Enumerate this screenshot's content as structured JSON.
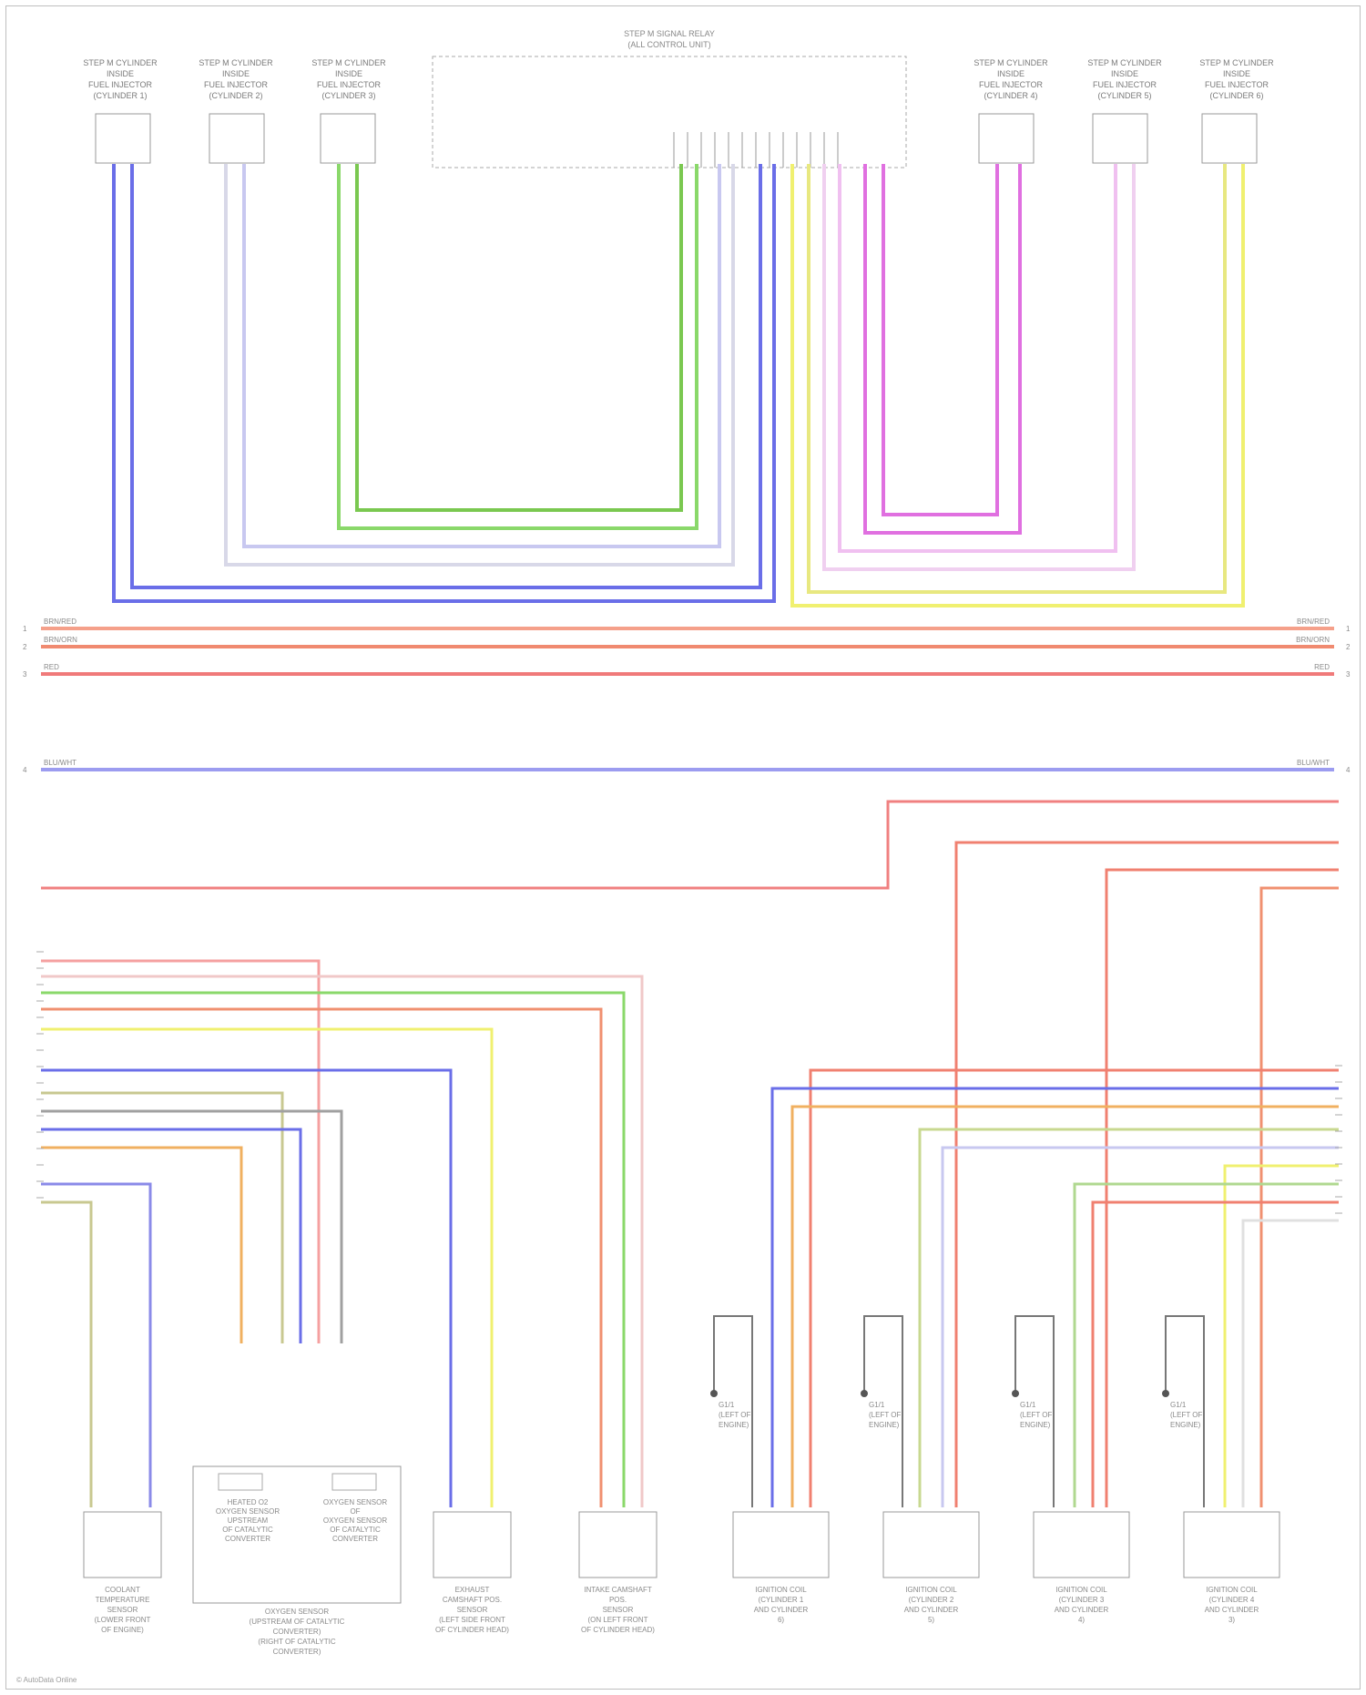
{
  "top": {
    "control_unit": {
      "title_line1": "STEP M SIGNAL RELAY",
      "title_line2": "(ALL CONTROL UNIT)"
    },
    "injectors_left": [
      {
        "line1": "STEP M CYLINDER",
        "line2": "INSIDE",
        "line3": "FUEL INJECTOR",
        "line4": "(CYLINDER 1)"
      },
      {
        "line1": "STEP M CYLINDER",
        "line2": "INSIDE",
        "line3": "FUEL INJECTOR",
        "line4": "(CYLINDER 2)"
      },
      {
        "line1": "STEP M CYLINDER",
        "line2": "INSIDE",
        "line3": "FUEL INJECTOR",
        "line4": "(CYLINDER 3)"
      }
    ],
    "injectors_right": [
      {
        "line1": "STEP M CYLINDER",
        "line2": "INSIDE",
        "line3": "FUEL INJECTOR",
        "line4": "(CYLINDER 4)"
      },
      {
        "line1": "STEP M CYLINDER",
        "line2": "INSIDE",
        "line3": "FUEL INJECTOR",
        "line4": "(CYLINDER 5)"
      },
      {
        "line1": "STEP M CYLINDER",
        "line2": "INSIDE",
        "line3": "FUEL INJECTOR",
        "line4": "(CYLINDER 6)"
      }
    ]
  },
  "bus_lines": [
    {
      "left": "BRN/RED",
      "right": "BRN/RED",
      "num": "1",
      "color": "#f5a08a"
    },
    {
      "left": "BRN/ORN",
      "right": "BRN/ORN",
      "num": "2",
      "color": "#f08a70"
    },
    {
      "left": "RED",
      "right": "RED",
      "num": "3",
      "color": "#f07a7a"
    },
    {
      "left": "BLU/WHT",
      "right": "BLU/WHT",
      "num": "4",
      "color": "#9c9cf0"
    }
  ],
  "bottom_components": [
    {
      "line1": "COOLANT",
      "line2": "TEMPERATURE",
      "line3": "SENSOR",
      "line4": "(LOWER FRONT",
      "line5": "OF ENGINE)"
    },
    {
      "line1": "OXYGEN SENSOR",
      "line2": "(UPSTREAM OF CATALYTIC",
      "line3": "CONVERTER)",
      "line4": "(RIGHT OF CATALYTIC",
      "line5": "CONVERTER)"
    },
    {
      "line1": "EXHAUST",
      "line2": "CAMSHAFT POS.",
      "line3": "SENSOR",
      "line4": "(LEFT SIDE FRONT",
      "line5": "OF CYLINDER HEAD)"
    },
    {
      "line1": "INTAKE CAMSHAFT",
      "line2": "POS.",
      "line3": "SENSOR",
      "line4": "(ON LEFT FRONT",
      "line5": "OF CYLINDER HEAD)"
    },
    {
      "line1": "IGNITION COIL",
      "line2": "(CYLINDER 1",
      "line3": "AND CYLINDER",
      "line4": "6)",
      "line5": ""
    },
    {
      "line1": "IGNITION COIL",
      "line2": "(CYLINDER 2",
      "line3": "AND CYLINDER",
      "line4": "5)",
      "line5": ""
    },
    {
      "line1": "IGNITION COIL",
      "line2": "(CYLINDER 3",
      "line3": "AND CYLINDER",
      "line4": "4)",
      "line5": ""
    },
    {
      "line1": "IGNITION COIL",
      "line2": "(CYLINDER 4",
      "line3": "AND CYLINDER",
      "line4": "3)",
      "line5": ""
    }
  ],
  "oxygen_subparts": [
    {
      "line1": "HEATED O2",
      "line2": "OXYGEN SENSOR",
      "line3": "UPSTREAM",
      "line4": "OF CATALYTIC",
      "line5": "CONVERTER"
    },
    {
      "line1": "OXYGEN SENSOR",
      "line2": "OF",
      "line3": "OXYGEN SENSOR",
      "line4": "OF CATALYTIC",
      "line5": "CONVERTER"
    }
  ],
  "grounds": [
    {
      "line1": "G1/1",
      "line2": "(LEFT OF",
      "line3": "ENGINE)"
    },
    {
      "line1": "G1/1",
      "line2": "(LEFT OF",
      "line3": "ENGINE)"
    },
    {
      "line1": "G1/1",
      "line2": "(LEFT OF",
      "line3": "ENGINE)"
    },
    {
      "line1": "G1/1",
      "line2": "(LEFT OF",
      "line3": "ENGINE)"
    }
  ],
  "footer": {
    "credit": "© AutoData Online"
  }
}
